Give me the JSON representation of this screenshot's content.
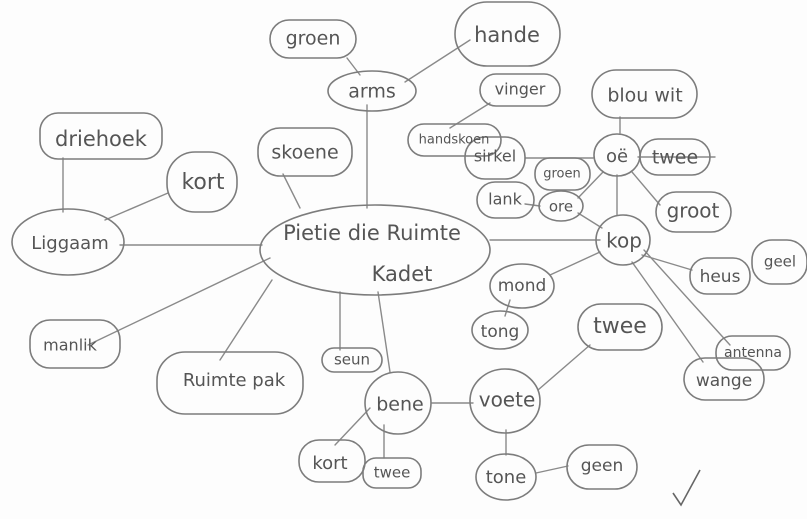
{
  "central": {
    "line1": "Pietie die Ruimte",
    "line2": "Kadet"
  },
  "nodes": {
    "groen": "groen",
    "hande": "hande",
    "arms": "arms",
    "vinger": "vinger",
    "handskoen": "handskoen",
    "skoene": "skoene",
    "driehoek": "driehoek",
    "kort_top": "kort",
    "liggaam": "Liggaam",
    "manlik": "manlik",
    "ruimte_pak": "Ruimte pak",
    "seun": "seun",
    "bene": "bene",
    "kort_bottom": "kort",
    "twee_bottom": "twee",
    "voete": "voete",
    "tone": "tone",
    "geen": "geen",
    "twee_mid": "twee",
    "mond": "mond",
    "tong": "tong",
    "kop": "kop",
    "blou_wit": "blou wit",
    "oe": "oë",
    "twee_top": "twee",
    "sirkel": "sirkel",
    "groen_small": "groen",
    "lank": "lank",
    "ore": "ore",
    "groot": "groot",
    "heus": "heus",
    "geel": "geel",
    "antenna": "antenna",
    "wange": "wange"
  }
}
